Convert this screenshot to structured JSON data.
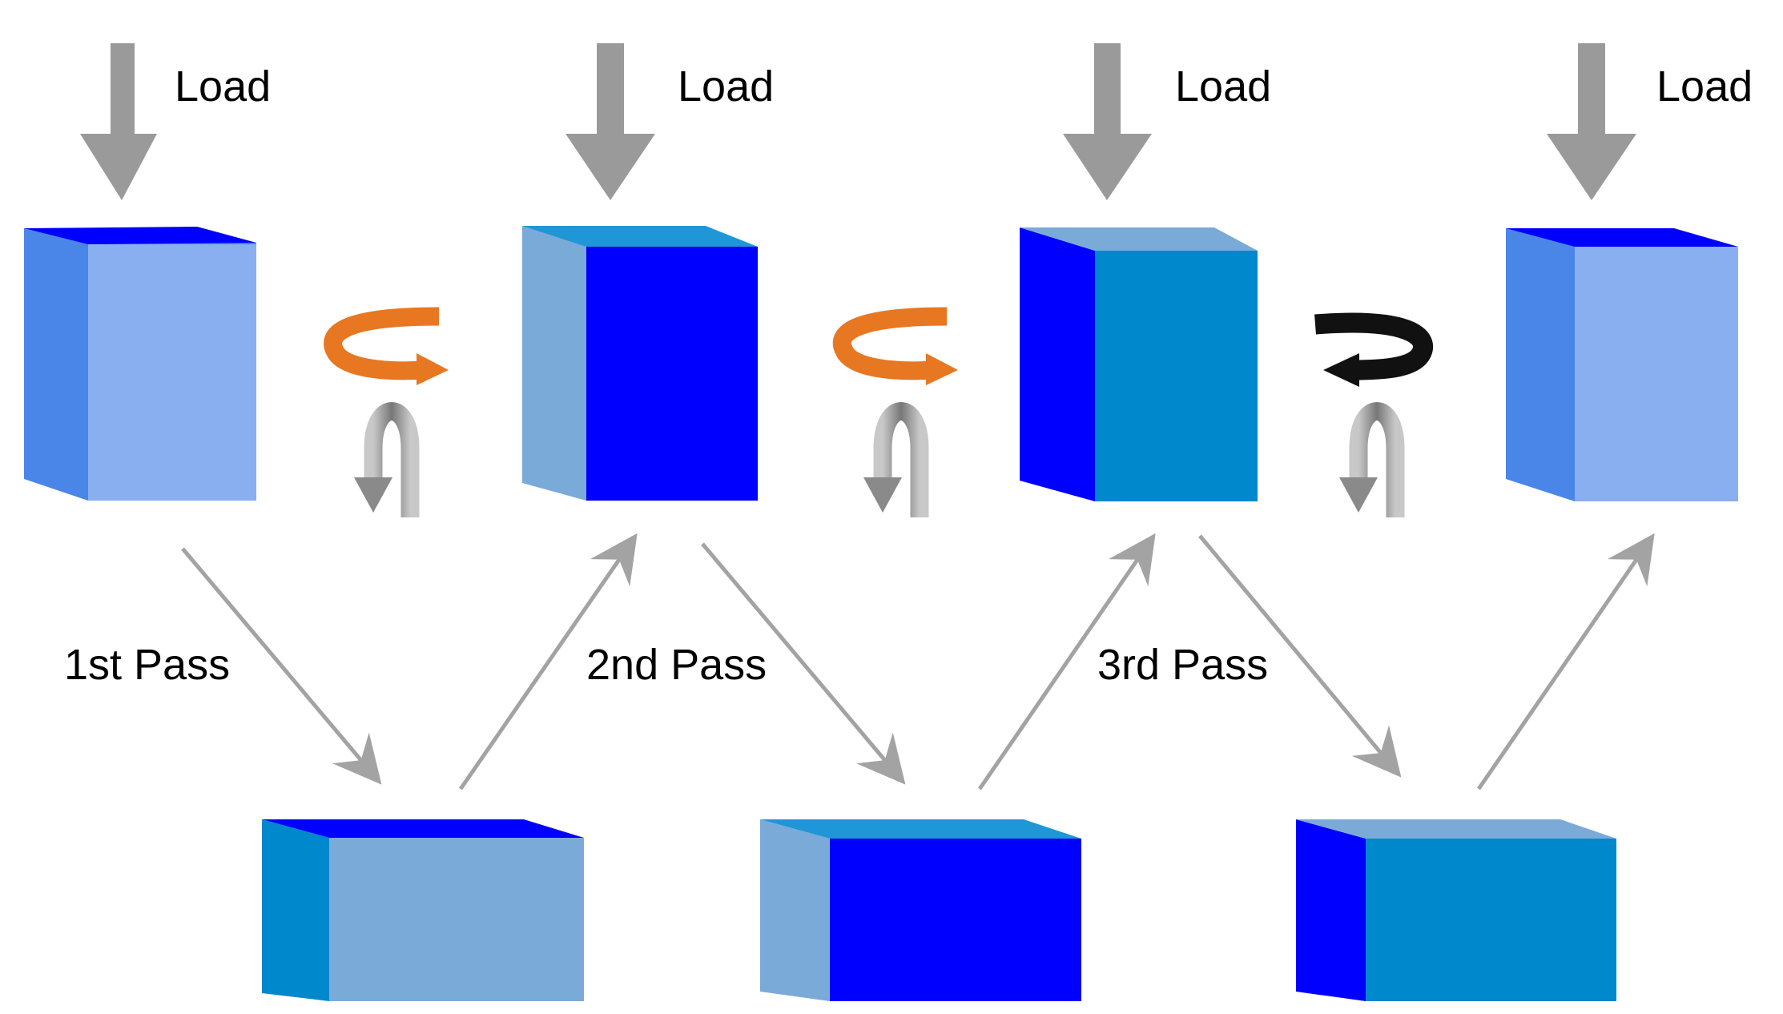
{
  "labels": {
    "load": "Load",
    "pass_1": "1st Pass",
    "pass_2": "2nd Pass",
    "pass_3": "3rd Pass"
  },
  "colors": {
    "load_arrow": "#9a9a9a",
    "pass_arrow": "#a3a3a3",
    "bright_blue": "#0000ff",
    "medium_blue": "#4a86e8",
    "light_blue": "#8aaff0",
    "steel_blue": "#7aaad8",
    "ocean_blue": "#0088cc",
    "rotation_orange": "#e87722",
    "rotation_black": "#111111",
    "rotation_gray": "#888888"
  }
}
